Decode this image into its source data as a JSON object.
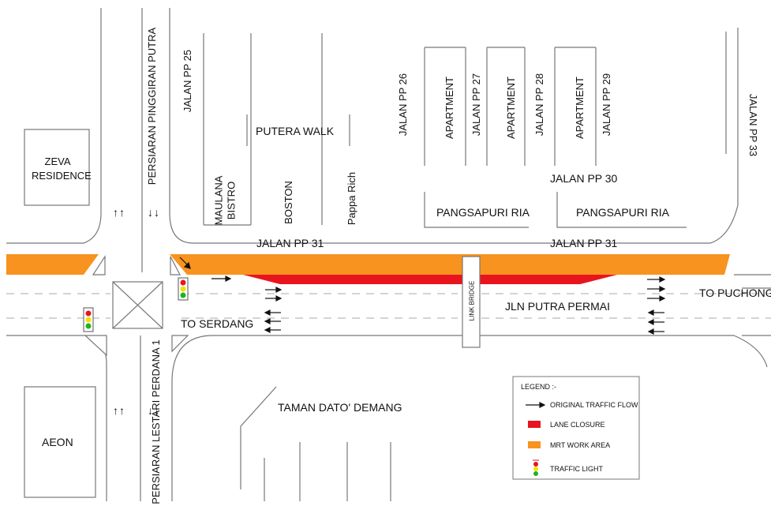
{
  "places": {
    "zeva_residence": "ZEVA\nRESIDENCE",
    "aeon": "AEON",
    "putera_walk": "PUTERA WALK",
    "maulana_bistro": "MAULANA\nBISTRO",
    "boston": "BOSTON",
    "pappa_rich": "Pappa Rich",
    "apartment_1": "APARTMENT",
    "apartment_2": "APARTMENT",
    "apartment_3": "APARTMENT",
    "pangsapuri_ria_1": "PANGSAPURI RIA",
    "pangsapuri_ria_2": "PANGSAPURI RIA",
    "taman_dato_demang": "TAMAN DATO' DEMANG"
  },
  "roads": {
    "persiaran_pinggiran_putra": "PERSIARAN PINGGIRAN PUTRA",
    "persiaran_lestari_perdana_1": "PERSIARAN LESTARI PERDANA 1",
    "jalan_pp_25": "JALAN PP 25",
    "jalan_pp_26": "JALAN PP 26",
    "jalan_pp_27": "JALAN PP 27",
    "jalan_pp_28": "JALAN PP 28",
    "jalan_pp_29": "JALAN PP 29",
    "jalan_pp_30": "JALAN PP 30",
    "jalan_pp_31_left": "JALAN PP 31",
    "jalan_pp_31_right": "JALAN PP 31",
    "jalan_pp_33": "JALAN PP 33",
    "jln_putra_permai": "JLN PUTRA PERMAI",
    "to_serdang": "TO  SERDANG",
    "to_puchong": "TO  PUCHONG",
    "link_bridge": "LINK  BRIDGE"
  },
  "arrows": {
    "up_pair": "↑↑",
    "down_pair": "↓↓"
  },
  "legend": {
    "title": "LEGEND :-",
    "items": [
      {
        "label": "ORIGINAL TRAFFIC FLOW",
        "symbol": "arrow"
      },
      {
        "label": "LANE CLOSURE",
        "symbol": "red-box"
      },
      {
        "label": "MRT WORK AREA",
        "symbol": "orange-box"
      },
      {
        "label": "TRAFFIC LIGHT",
        "symbol": "traffic-light"
      }
    ]
  },
  "colors": {
    "mrt_work_area": "#f7931e",
    "lane_closure": "#e8141e",
    "road_line": "#777777",
    "dashed_line": "#bbbbbb"
  }
}
